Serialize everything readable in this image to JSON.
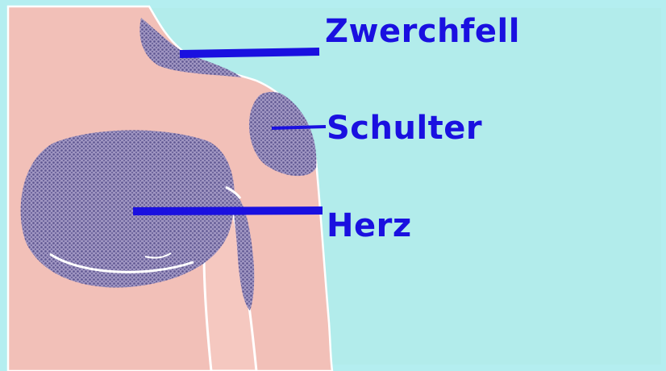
{
  "colors": {
    "background": "#b4eef0",
    "skin": "#f2c0b8",
    "referral_zone": "#8a80ad",
    "pointer": "#1a10e0",
    "outline": "#ffffff"
  },
  "labels": {
    "diaphragm": "Zwerchfell",
    "shoulder": "Schulter",
    "heart": "Herz"
  }
}
